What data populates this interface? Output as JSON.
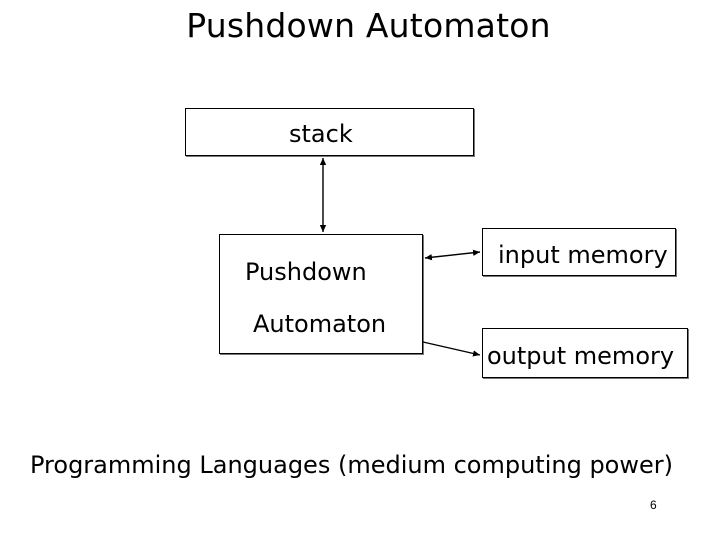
{
  "slide": {
    "title": "Pushdown Automaton",
    "page_number": "6",
    "caption": "Programming Languages  (medium computing power)"
  },
  "diagram": {
    "stack": {
      "label": "stack"
    },
    "automaton": {
      "label_line1": "Pushdown",
      "label_line2": "Automaton"
    },
    "input_memory": {
      "label": "input memory"
    },
    "output_memory": {
      "label": "output memory"
    },
    "connections": [
      {
        "from": "stack",
        "to": "automaton",
        "direction": "both"
      },
      {
        "from": "automaton",
        "to": "input_memory",
        "direction": "both"
      },
      {
        "from": "automaton",
        "to": "output_memory",
        "direction": "to"
      }
    ]
  }
}
